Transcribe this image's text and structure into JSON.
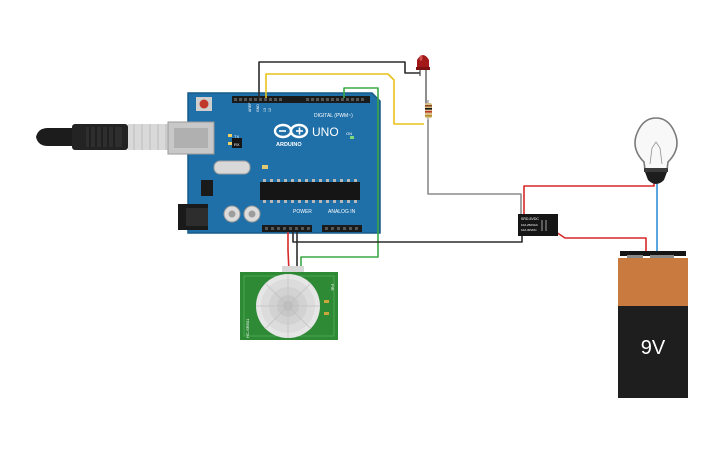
{
  "arduino": {
    "brand": "ARDUINO",
    "model": "UNO",
    "header_digital": "DIGITAL (PWM~)",
    "header_power": "POWER",
    "header_analog": "ANALOG IN",
    "pin_aref": "AREF",
    "pin_gnd": "GND",
    "pin_13": "13",
    "pin_12": "12",
    "label_tx": "TX",
    "label_rx": "RX",
    "label_on": "ON"
  },
  "pir_sensor": {
    "left_text": "HC-SR501",
    "right_text": "PIR"
  },
  "relay": {
    "line1": "SRD-5VDC",
    "line2": "10A 250VAC",
    "line3": "10A 30VDC"
  },
  "battery": {
    "label": "9V"
  },
  "wire_colors": {
    "black": "#2b2b2b",
    "yellow": "#e8c21a",
    "green": "#3aa845",
    "gray": "#8c8c8c",
    "red": "#d62828",
    "blue": "#2f8fd8"
  }
}
